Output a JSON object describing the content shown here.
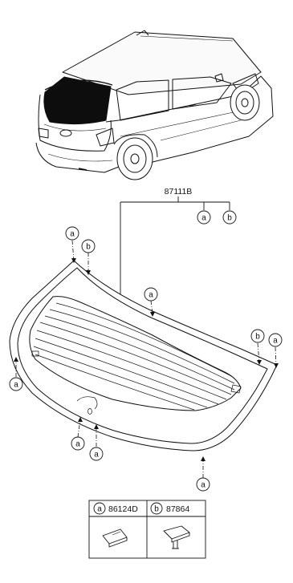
{
  "assembly": {
    "part_number": "87111B",
    "sub_callouts": [
      "a",
      "b"
    ]
  },
  "callouts": {
    "a": "a",
    "b": "b"
  },
  "legend": {
    "items": [
      {
        "letter": "a",
        "part_number": "86124D"
      },
      {
        "letter": "b",
        "part_number": "87864"
      }
    ]
  },
  "icons": {
    "vehicle": "suv-rear-three-quarter-illustration",
    "glass": "rear-window-glass-illustration",
    "clip_a": "moulding-clip-icon",
    "clip_b": "fastener-clip-icon"
  },
  "colors": {
    "line": "#111111",
    "tinted_glass": "#0d0d0d"
  }
}
